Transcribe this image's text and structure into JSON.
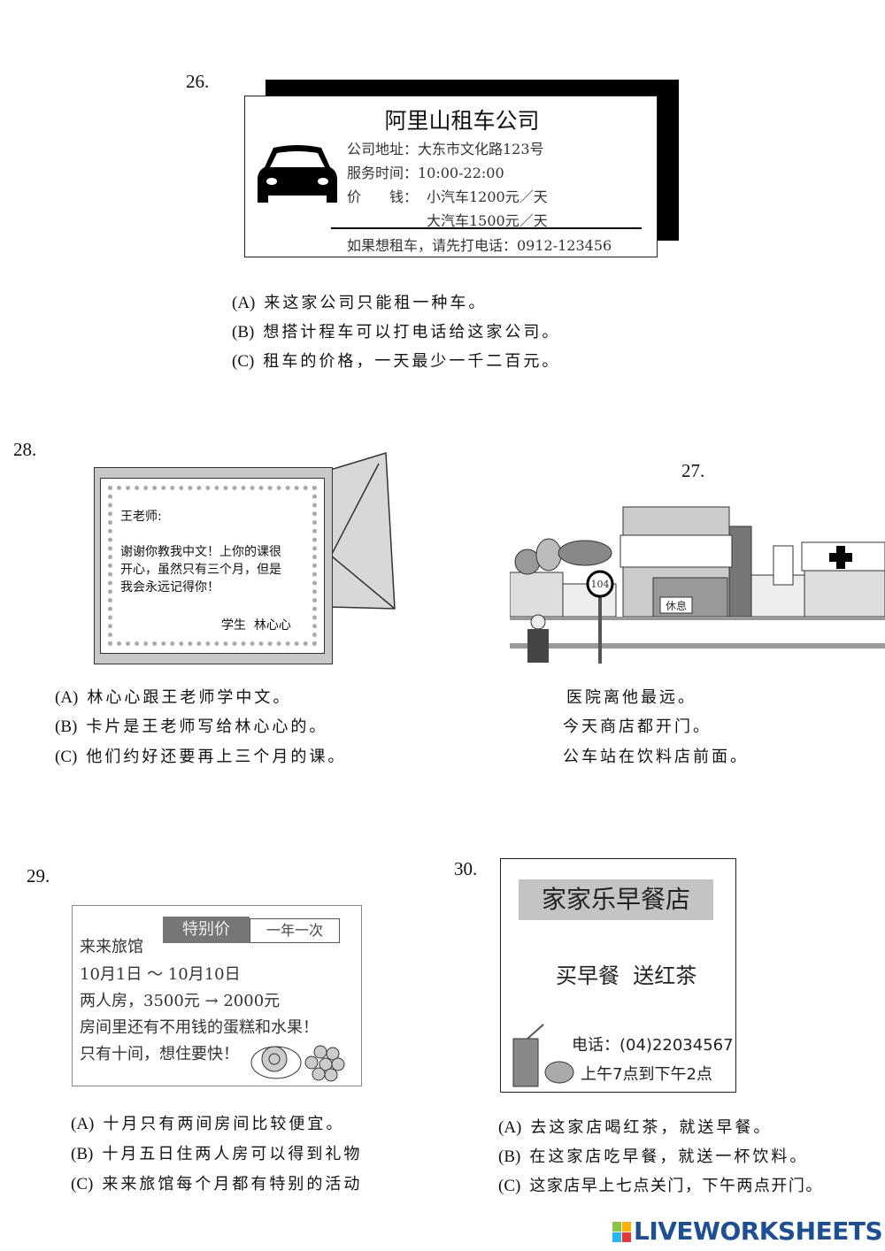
{
  "q26": {
    "number": "26.",
    "card": {
      "title": "阿里山租车公司",
      "address": "公司地址：大东市文化路123号",
      "hours": "服务时间：10:00-22:00",
      "price_label": "价　　钱：",
      "price_small": "小汽车1200元／天",
      "price_large": "大汽车1500元／天",
      "footer": "如果想租车，请先打电话：0912-123456"
    },
    "options": [
      {
        "label": "(A)",
        "text": "来这家公司只能租一种车。"
      },
      {
        "label": "(B)",
        "text": "想搭计程车可以打电话给这家公司。"
      },
      {
        "label": "(C)",
        "text": "租车的价格，一天最少一千二百元。"
      }
    ]
  },
  "q27": {
    "number": "27.",
    "scene": {
      "bus_stop": "104",
      "shop_sign": "休息"
    },
    "options": [
      {
        "text": "医院离他最远。"
      },
      {
        "text": "今天商店都开门。"
      },
      {
        "text": "公车站在饮料店前面。"
      }
    ]
  },
  "q28": {
    "number": "28.",
    "card": {
      "greeting": "王老师:",
      "body": [
        "谢谢你教我中文！上你的课很",
        "开心，虽然只有三个月，但是",
        "我会永远记得你！"
      ],
      "signature": "学生  林心心"
    },
    "options": [
      {
        "label": "(A)",
        "text": "林心心跟王老师学中文。"
      },
      {
        "label": "(B)",
        "text": "卡片是王老师写给林心心的。"
      },
      {
        "label": "(C)",
        "text": "他们约好还要再上三个月的课。"
      }
    ]
  },
  "q29": {
    "number": "29.",
    "card": {
      "special": "特别价",
      "once": "一年一次",
      "name": "来来旅馆",
      "dates": "10月1日 ～ 10月10日",
      "room": "两人房，3500元 → 2000元",
      "extras": "房间里还有不用钱的蛋糕和水果！",
      "limit": "只有十间，想住要快！"
    },
    "options": [
      {
        "label": "(A)",
        "text": "十月只有两间房间比较便宜。"
      },
      {
        "label": "(B)",
        "text": "十月五日住两人房可以得到礼物"
      },
      {
        "label": "(C)",
        "text": "来来旅馆每个月都有特别的活动"
      }
    ]
  },
  "q30": {
    "number": "30.",
    "card": {
      "title": "家家乐早餐店",
      "promo": "买早餐  送红茶",
      "phone": "电话：(04)22034567",
      "hours": "上午7点到下午2点"
    },
    "options": [
      {
        "label": "(A)",
        "text": "去这家店喝红茶，就送早餐。"
      },
      {
        "label": "(B)",
        "text": "在这家店吃早餐，就送一杯饮料。"
      },
      {
        "label": "(C)",
        "text": "这家店早上七点关门，下午两点开门。"
      }
    ]
  },
  "footer": {
    "logo_text": "LIVEWORKSHEETS",
    "logo_color": "#1d4f91"
  }
}
